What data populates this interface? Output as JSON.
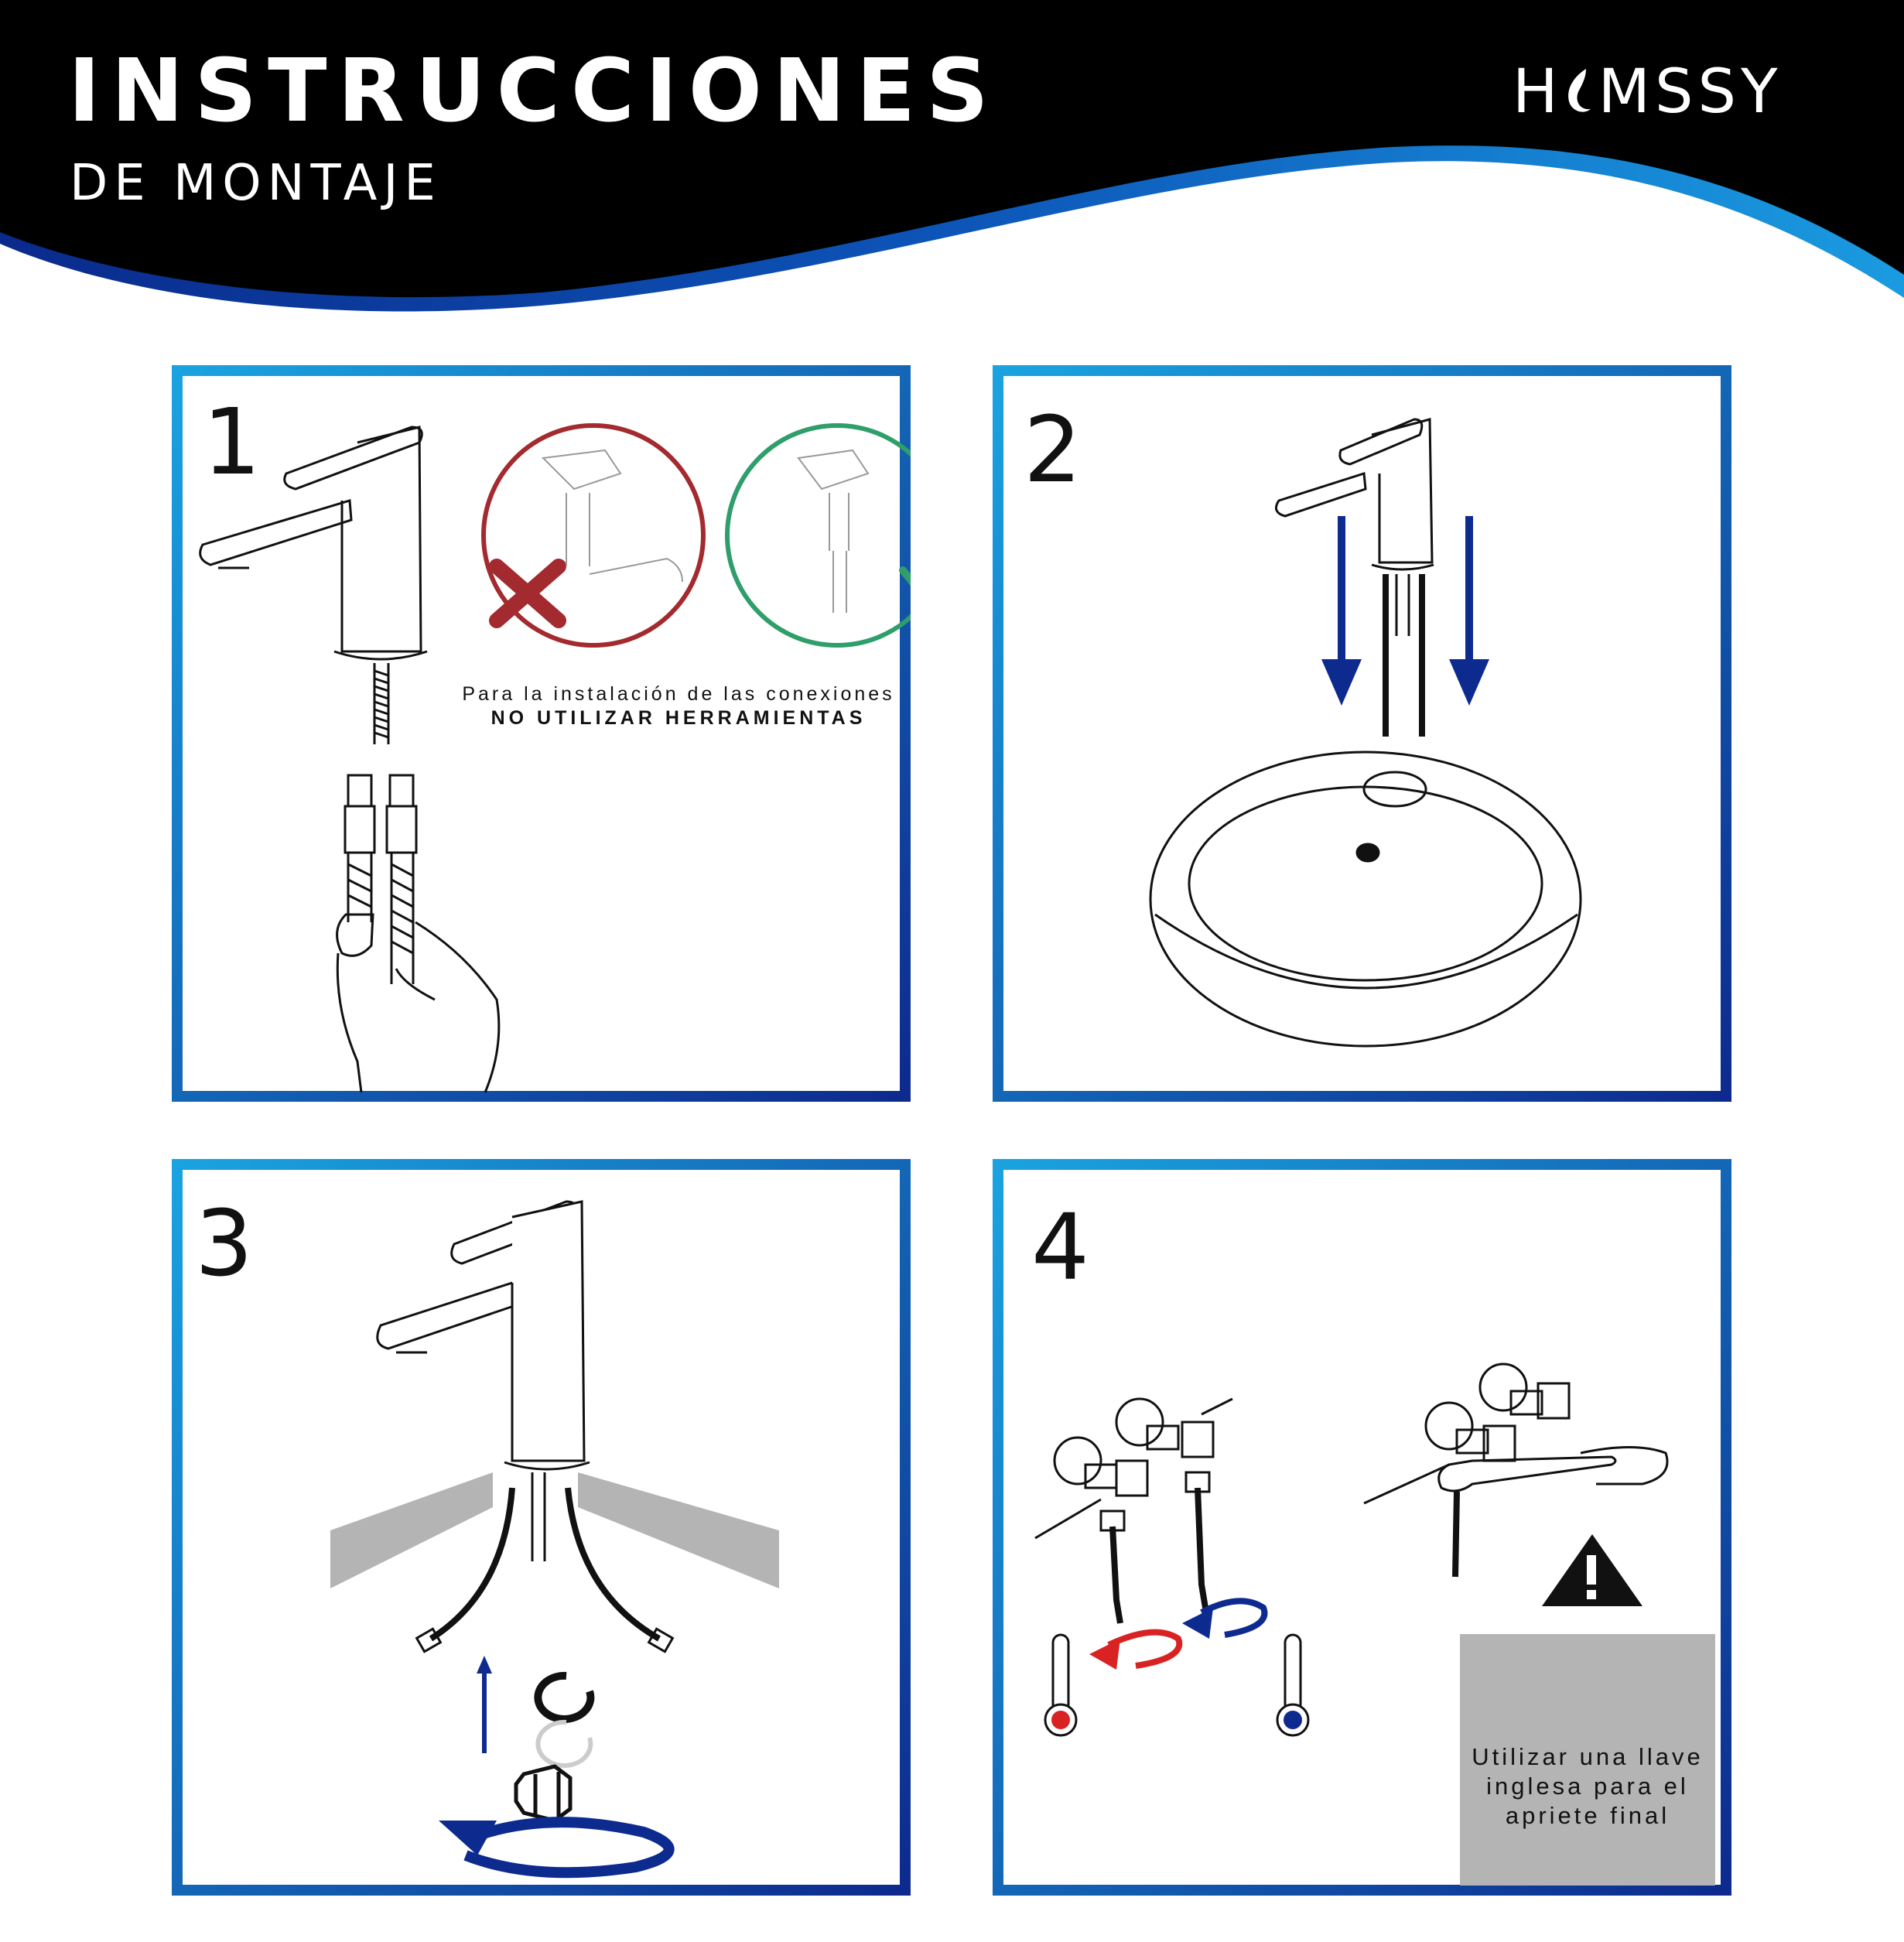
{
  "header": {
    "title": "INSTRUCCIONES",
    "subtitle": "DE MONTAJE",
    "logo_text_left": "H",
    "logo_text_right": "MSSY",
    "colors": {
      "background": "#000000",
      "wave_dark": "#0a2a8c",
      "wave_light": "#1a8fd8",
      "text": "#ffffff"
    }
  },
  "steps": [
    {
      "number": "1",
      "note_line1": "Para la instalación de las conexiones",
      "note_line2": "NO UTILIZAR HERRAMIENTAS",
      "icons": [
        "faucet-icon",
        "hose-icon",
        "wrong-cross-icon",
        "correct-check-icon"
      ]
    },
    {
      "number": "2",
      "icons": [
        "faucet-icon",
        "down-arrow-icon",
        "basin-icon"
      ]
    },
    {
      "number": "3",
      "icons": [
        "faucet-icon",
        "counter-icon",
        "washer-icon",
        "nut-icon",
        "rotate-arrow-icon"
      ]
    },
    {
      "number": "4",
      "warning_text": "Utilizar una llave inglesa para el apriete final",
      "icons": [
        "valve-icon",
        "hot-thermometer-icon",
        "cold-thermometer-icon",
        "wrench-icon",
        "warning-icon"
      ]
    }
  ],
  "colors": {
    "frame_light": "#1aa3e0",
    "frame_dark": "#0d2a8e",
    "wrong": "#a32a2e",
    "correct": "#2e9e6a",
    "hot": "#d92323",
    "cold": "#0d2a8e",
    "warning_bg": "#b4b4b4"
  }
}
